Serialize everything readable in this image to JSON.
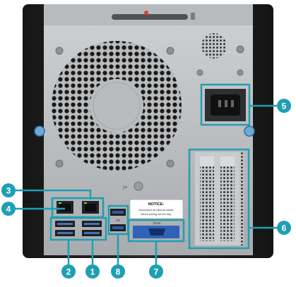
{
  "figure": {
    "subject": "server-rear-panel",
    "accent_color": "#1e9fb3"
  },
  "notice_label": {
    "title": "NOTICE:",
    "body_line1": "Disconnect all internal cables",
    "body_line2": "before pulling out the tray."
  },
  "ports": {
    "vga_label": "IOIOI",
    "usb3_label": "SS"
  },
  "callouts": [
    {
      "number": "1",
      "target": "usb-ports-lower-right"
    },
    {
      "number": "2",
      "target": "usb-ports-lower-left"
    },
    {
      "number": "3",
      "target": "network-port-right"
    },
    {
      "number": "4",
      "target": "network-port-left"
    },
    {
      "number": "5",
      "target": "power-connector"
    },
    {
      "number": "6",
      "target": "expansion-slots"
    },
    {
      "number": "7",
      "target": "vga-port"
    },
    {
      "number": "8",
      "target": "usb3-ports"
    }
  ]
}
